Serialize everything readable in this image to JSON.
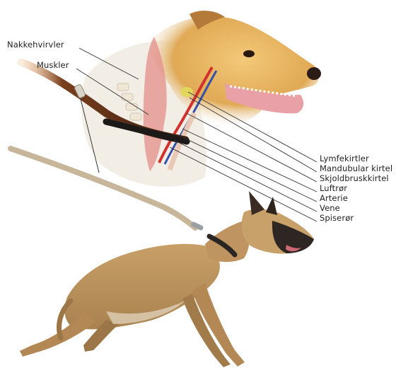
{
  "labels_left": {
    "nakkehvirvler": "Nakkehvirvler",
    "muskler": "Muskler"
  },
  "labels_right": [
    "Lymfekirtler",
    "Mandubular kirtel",
    "Skjoldbruskkirtel",
    "Luftrør",
    "Arterie",
    "Vene",
    "Spiserør"
  ],
  "colors": {
    "dog_coat": "#c9a26d",
    "dog_mask": "#2e2622",
    "muscle": "#e08a86",
    "artery": "#d2312d",
    "vein": "#3450a8",
    "leash_leather": "#5a2e16",
    "leash_rope": "#c8b69a"
  }
}
